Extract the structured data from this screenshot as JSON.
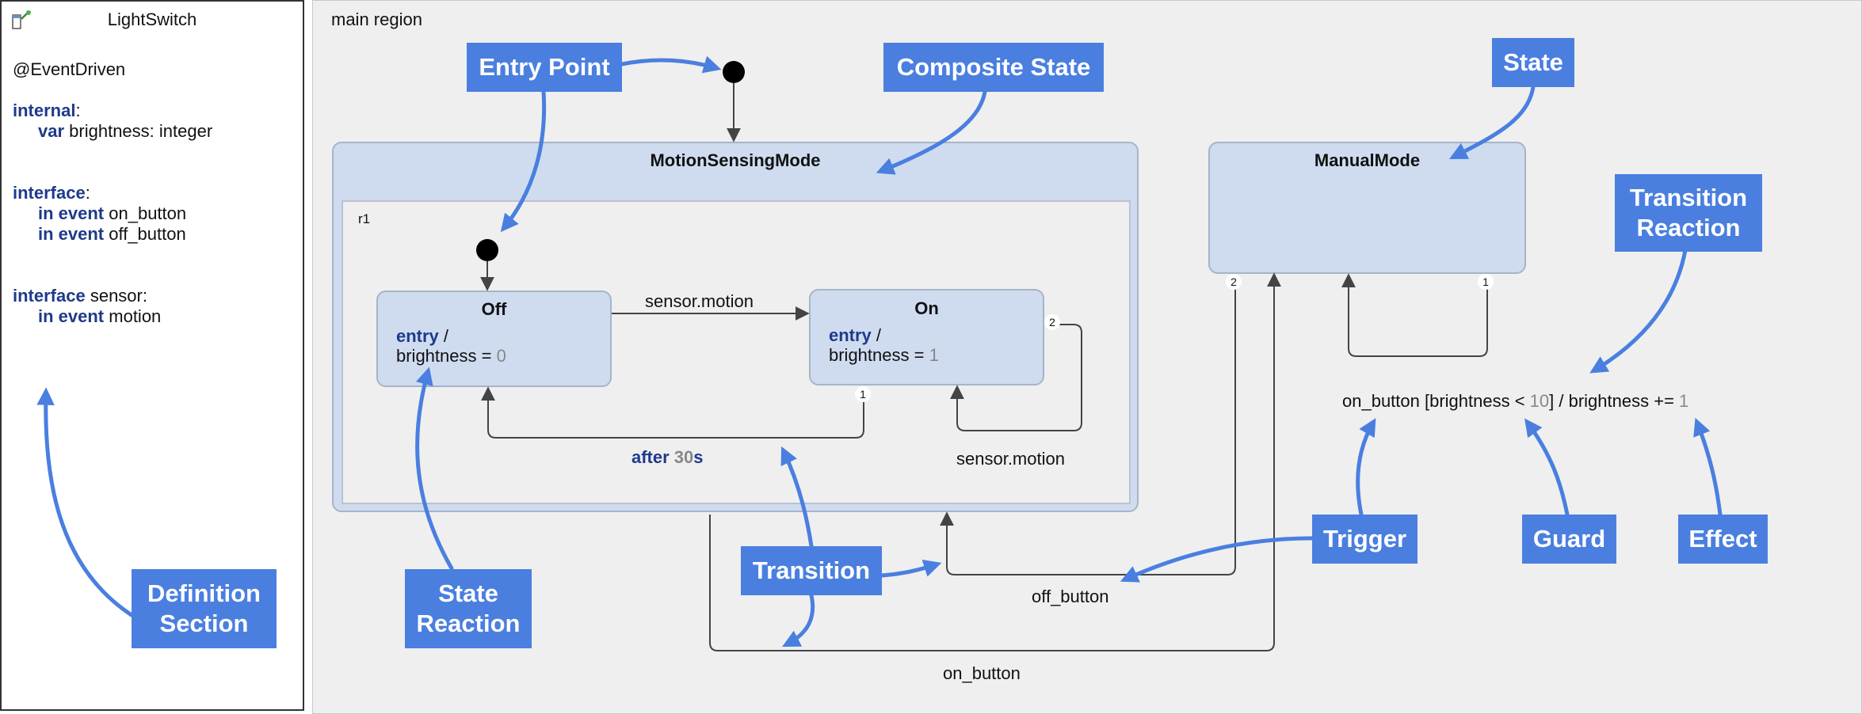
{
  "definition": {
    "title": "LightSwitch",
    "annotation": "@EventDriven",
    "internal_kw": "internal",
    "colon": ":",
    "var_kw": "var",
    "var_decl": " brightness: integer",
    "interface_kw": "interface",
    "in_event_kw": "in event",
    "on_button": " on_button",
    "off_button": " off_button",
    "sensor_rest": " sensor:",
    "motion": " motion"
  },
  "main_region": {
    "label": "main region"
  },
  "states": {
    "composite": {
      "name": "MotionSensingMode",
      "region": "r1"
    },
    "off": {
      "name": "Off",
      "entry_kw": "entry",
      "slash": " /",
      "action": "brightness = ",
      "value": "0"
    },
    "on": {
      "name": "On",
      "entry_kw": "entry",
      "slash": " /",
      "action": "brightness = ",
      "value": "1"
    },
    "manual": {
      "name": "ManualMode"
    }
  },
  "transitions": {
    "sensor_motion_top": "sensor.motion",
    "sensor_motion_self": "sensor.motion",
    "after_kw": "after ",
    "after_value": "30",
    "after_unit": "s",
    "off_button": "off_button",
    "on_button": "on_button",
    "reaction_trigger": "on_button [brightness < ",
    "reaction_value": "10",
    "reaction_mid": "] / brightness += ",
    "reaction_incr": "1"
  },
  "badges": {
    "one": "1",
    "two": "2"
  },
  "callouts": {
    "entry_point": "Entry Point",
    "composite_state": "Composite State",
    "state": "State",
    "transition_reaction": "Transition Reaction",
    "definition_section": "Definition Section",
    "state_reaction": "State Reaction",
    "transition": "Transition",
    "trigger": "Trigger",
    "guard": "Guard",
    "effect": "Effect"
  },
  "colors": {
    "callout": "#4a7fe0",
    "state_fill": "#cfdcf0",
    "keyword": "#1e3a8a"
  }
}
